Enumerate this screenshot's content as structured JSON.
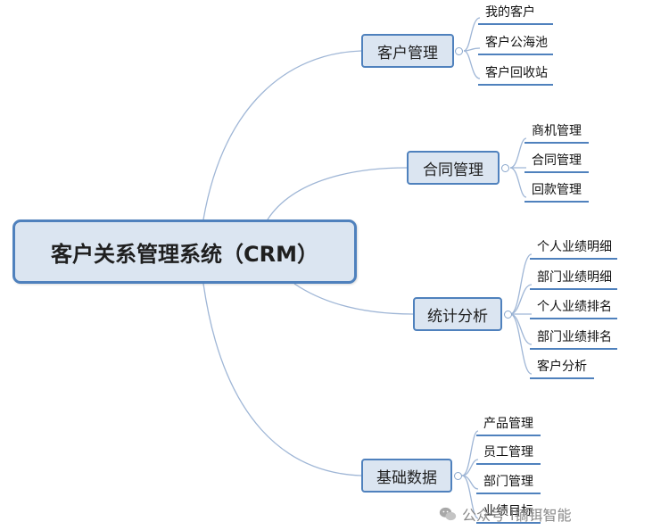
{
  "root": {
    "label": "客户关系管理系统（CRM）"
  },
  "branches": [
    {
      "label": "客户管理",
      "children": [
        "我的客户",
        "客户公海池",
        "客户回收站"
      ]
    },
    {
      "label": "合同管理",
      "children": [
        "商机管理",
        "合同管理",
        "回款管理"
      ]
    },
    {
      "label": "统计分析",
      "children": [
        "个人业绩明细",
        "部门业绩明细",
        "个人业绩排名",
        "部门业绩排名",
        "客户分析"
      ]
    },
    {
      "label": "基础数据",
      "children": [
        "产品管理",
        "员工管理",
        "部门管理",
        "业绩目标"
      ]
    }
  ],
  "watermark": {
    "prefix": "公众号",
    "name": "i镝铒智能",
    "icon": "wechat-icon"
  },
  "colors": {
    "node_fill": "#dbe5f1",
    "node_border": "#4f81bd",
    "connector": "#9fb6d6"
  }
}
